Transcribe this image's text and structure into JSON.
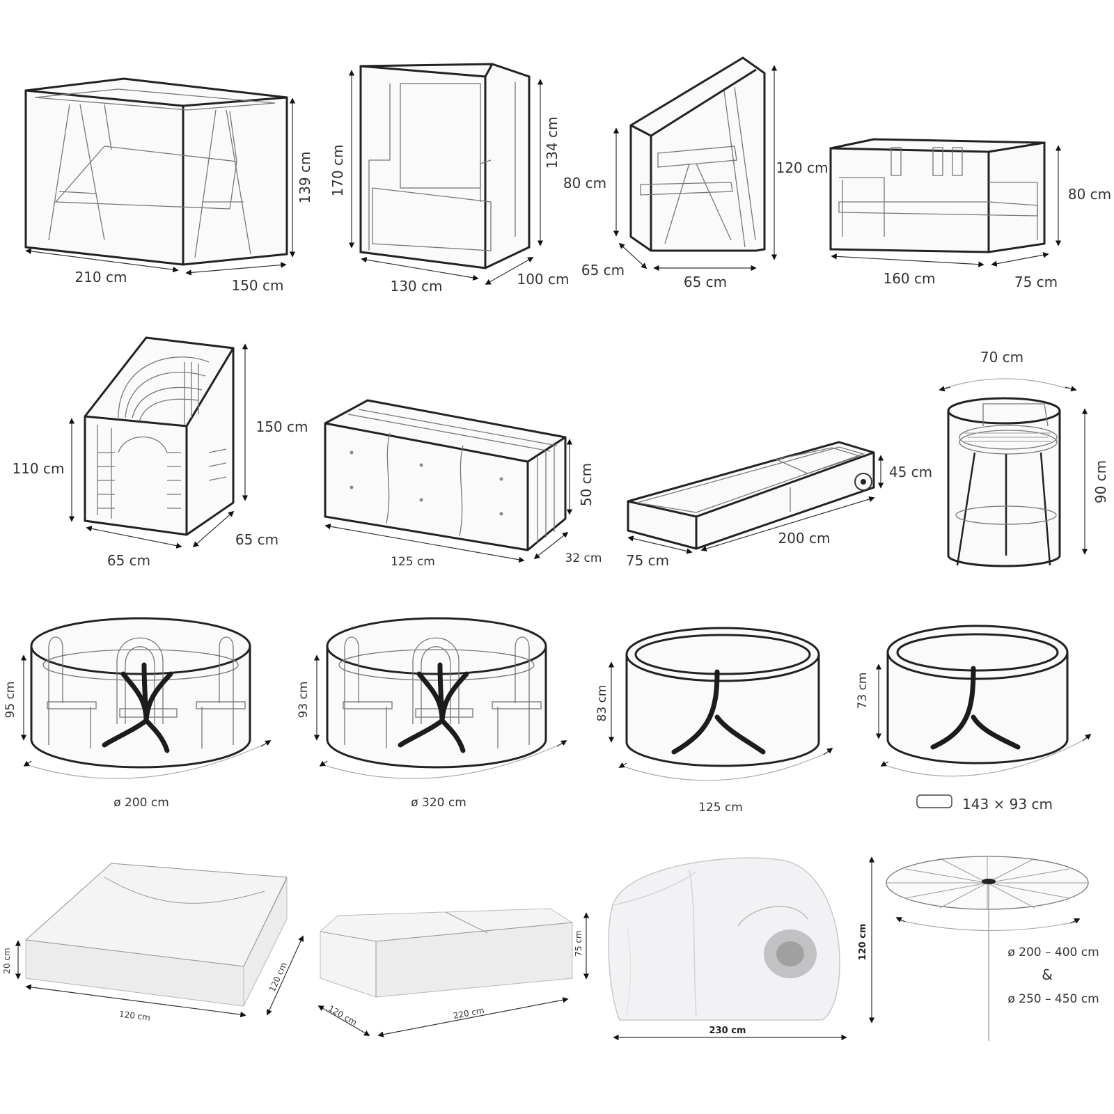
{
  "swing_cover": {
    "width": "210 cm",
    "depth": "150 cm",
    "height": "139 cm"
  },
  "beach_chair_cover": {
    "height": "170 cm",
    "side_height": "134 cm",
    "width": "130 cm",
    "depth": "100 cm"
  },
  "stacking_chair_cover": {
    "front_height": "80 cm",
    "back_height": "120 cm",
    "depth": "65 cm",
    "width": "65 cm"
  },
  "bench_cover": {
    "width": "160 cm",
    "depth": "75 cm",
    "height": "80 cm"
  },
  "armchair_cover": {
    "front_height": "110 cm",
    "back_height": "150 cm",
    "width": "65 cm",
    "depth": "65 cm"
  },
  "cushion_bag": {
    "length": "125 cm",
    "depth": "32 cm",
    "height": "50 cm"
  },
  "lounger_cover": {
    "length": "200 cm",
    "width": "75 cm",
    "height": "45 cm"
  },
  "bistro_cover": {
    "diameter": "70 cm",
    "height": "90 cm"
  },
  "round_set_200": {
    "diameter": "ø 200 cm",
    "height": "95 cm"
  },
  "round_set_320": {
    "diameter": "ø 320 cm",
    "height": "93 cm"
  },
  "oval_table_125": {
    "length": "125 cm",
    "height": "83 cm"
  },
  "oval_table_143": {
    "size": "143 × 93 cm",
    "height": "73 cm"
  },
  "flat_cover": {
    "width": "120 cm",
    "depth": "120 cm",
    "height": "20 cm"
  },
  "box_cover": {
    "length": "220 cm",
    "depth": "120 cm",
    "height": "75 cm"
  },
  "transparent_cover": {
    "width": "230 cm",
    "height": "120 cm"
  },
  "parasol_cover": {
    "range_1": "ø 200 – 400 cm",
    "connector": "&",
    "range_2": "ø 250 – 450 cm"
  }
}
